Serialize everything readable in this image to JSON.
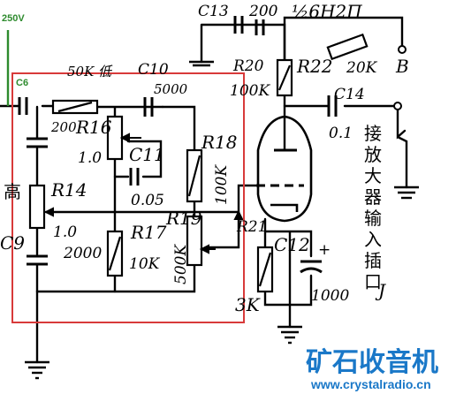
{
  "annotations": {
    "supply_label": "250V",
    "cap_label": "C6",
    "color_green": "#2e8b2e",
    "color_red": "#d83a3a"
  },
  "components": {
    "c13": "C13",
    "c13_val": "200",
    "tube": "½6H2П",
    "r20": "R20",
    "r20_val": "100K",
    "r22": "R22",
    "r22_val": "20K",
    "out_b": "B",
    "r_top_val": "50K 低",
    "c10": "C10",
    "c10_val": "5000",
    "c14": "C14",
    "c14_val": "0.1",
    "r16_val": "200",
    "r16": "R16",
    "r16_pos": "1.0",
    "c11": "C11",
    "c11_val": "0.05",
    "r18": "R18",
    "r18_val": "100K",
    "r14": "R14",
    "r14_val": "1.0",
    "high": "高",
    "c9": "C9",
    "r17": "R17",
    "r17_a": "2000",
    "r17_b": "10K",
    "r19": "R19",
    "r19_val": "500K",
    "r21": "R21",
    "c12": "C12",
    "c12_val": "1000",
    "r21_val": "3K",
    "jack": "J",
    "amp_input_label": [
      "接",
      "放",
      "大",
      "器",
      "输",
      "入",
      "插",
      "口"
    ]
  },
  "watermark": {
    "text": "矿石收音机",
    "url": "www.crystalradio.cn",
    "color": "#1a78c8"
  }
}
